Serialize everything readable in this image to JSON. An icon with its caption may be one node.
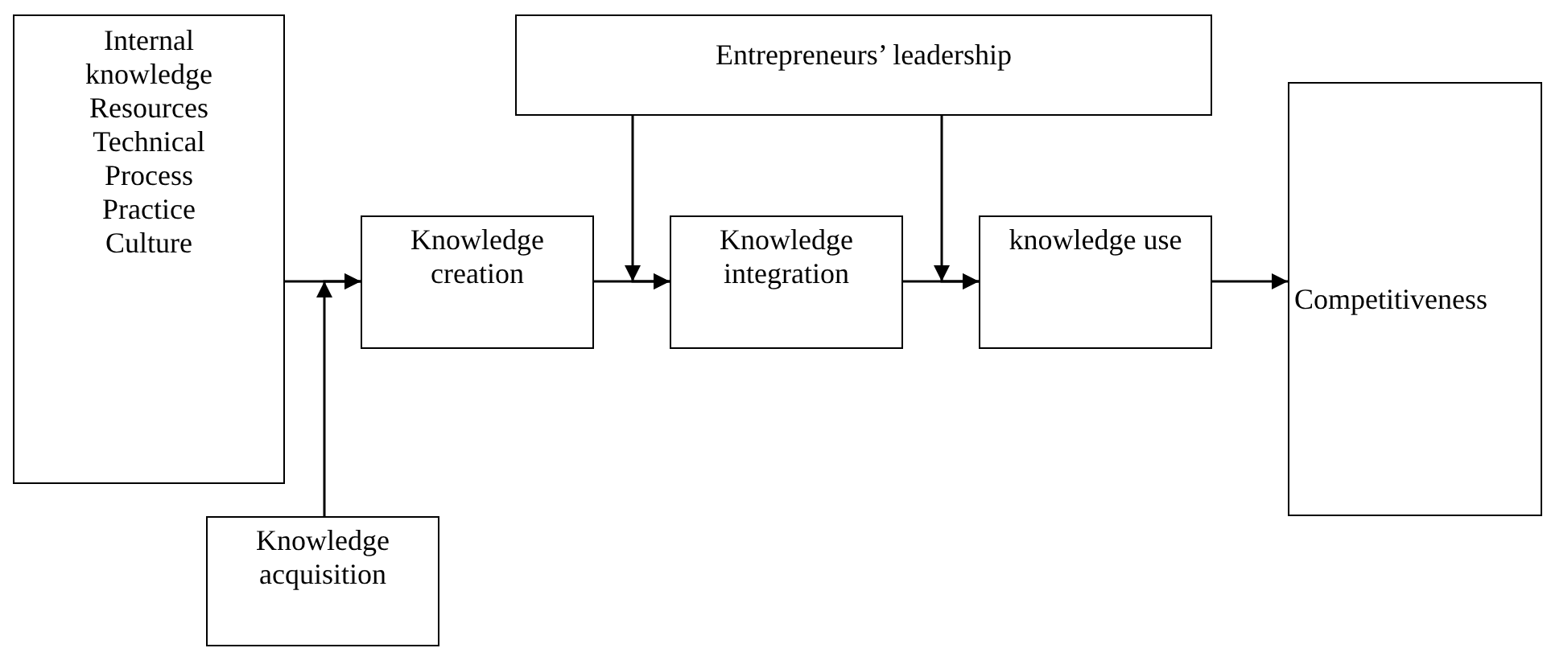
{
  "diagram": {
    "nodes": [
      {
        "text": [
          "Internal knowledge",
          "Resources",
          "Technical",
          "Process",
          "Practice",
          "Culture"
        ]
      },
      {
        "text": [
          "Knowledge creation"
        ]
      },
      {
        "text": [
          "Knowledge integration"
        ]
      },
      {
        "text": [
          "knowledge use"
        ]
      },
      {
        "text": [
          "Competitiveness"
        ]
      },
      {
        "text": [
          "Knowledge acquisition"
        ]
      },
      {
        "text": [
          "Entrepreneurs’ leadership"
        ]
      }
    ],
    "edges": [
      {
        "from": 0,
        "to": 1,
        "arrow": "to"
      },
      {
        "from": 5,
        "to": 1,
        "arrow": "to"
      },
      {
        "from": 1,
        "to": 2,
        "arrow": "to"
      },
      {
        "from": 6,
        "to": 2,
        "arrow": "to"
      },
      {
        "from": 2,
        "to": 3,
        "arrow": "to"
      },
      {
        "from": 6,
        "to": 3,
        "arrow": "to"
      },
      {
        "from": 3,
        "to": 4,
        "arrow": "to"
      }
    ]
  }
}
